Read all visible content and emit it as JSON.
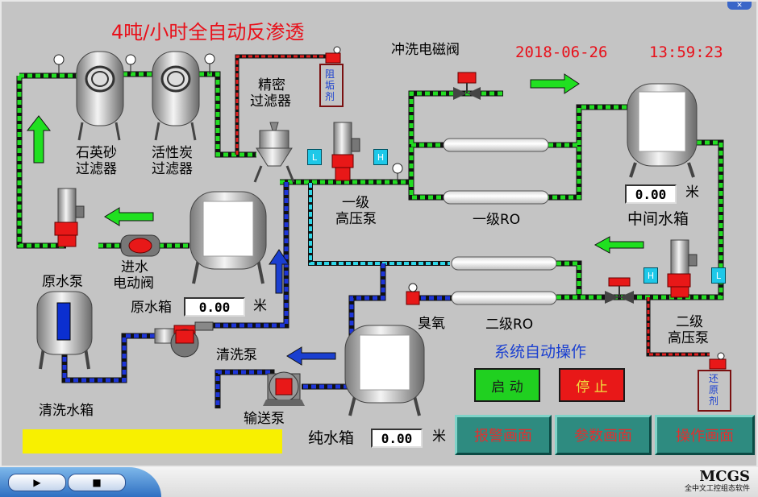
{
  "title": "4吨/小时全自动反渗透",
  "date": "2018-06-26",
  "time": "13:59:23",
  "labels": {
    "flush_valve": "冲洗电磁阀",
    "sand_filter_1": "石英砂",
    "sand_filter_2": "过滤器",
    "carbon_filter_1": "活性炭",
    "carbon_filter_2": "过滤器",
    "precision_filter_1": "精密",
    "precision_filter_2": "过滤器",
    "antiscalant_1": "阻",
    "antiscalant_2": "垢",
    "antiscalant_3": "剂",
    "hp_pump1_1": "一级",
    "hp_pump1_2": "高压泵",
    "ro1": "一级RO",
    "mid_tank": "中间水箱",
    "raw_pump": "原水泵",
    "inlet_valve_1": "进水",
    "inlet_valve_2": "电动阀",
    "raw_tank": "原水箱",
    "clean_tank": "清洗水箱",
    "clean_pump": "清洗泵",
    "ozone": "臭氧",
    "ro2": "二级RO",
    "hp_pump2_1": "二级",
    "hp_pump2_2": "高压泵",
    "reductant_1": "还",
    "reductant_2": "原",
    "reductant_3": "剂",
    "transfer_pump": "输送泵",
    "pure_tank": "纯水箱",
    "auto_op": "系统自动操作",
    "unit_mid": "米",
    "unit_raw": "米",
    "unit_pure": "米",
    "tag_L1": "L",
    "tag_H1": "H",
    "tag_H2": "H",
    "tag_L2": "L"
  },
  "values": {
    "mid_tank_level": "0.00",
    "raw_tank_level": "0.00",
    "pure_tank_level": "0.00"
  },
  "buttons": {
    "start": "启 动",
    "stop": "停 止",
    "alarm": "报警画面",
    "params": "参数画面",
    "operation": "操作画面"
  },
  "branding": {
    "logo": "MCGS",
    "subtitle": "全中文工控组态软件"
  },
  "colors": {
    "title_red": "#e8101a",
    "green_pipe": "#22dd22",
    "cyan_pipe": "#2fd7e8",
    "blue_pipe": "#1d35d8",
    "start_green": "#20d020",
    "stop_red": "#e81818",
    "nav_teal": "#2e8b80",
    "status_yellow": "#f8f000"
  }
}
